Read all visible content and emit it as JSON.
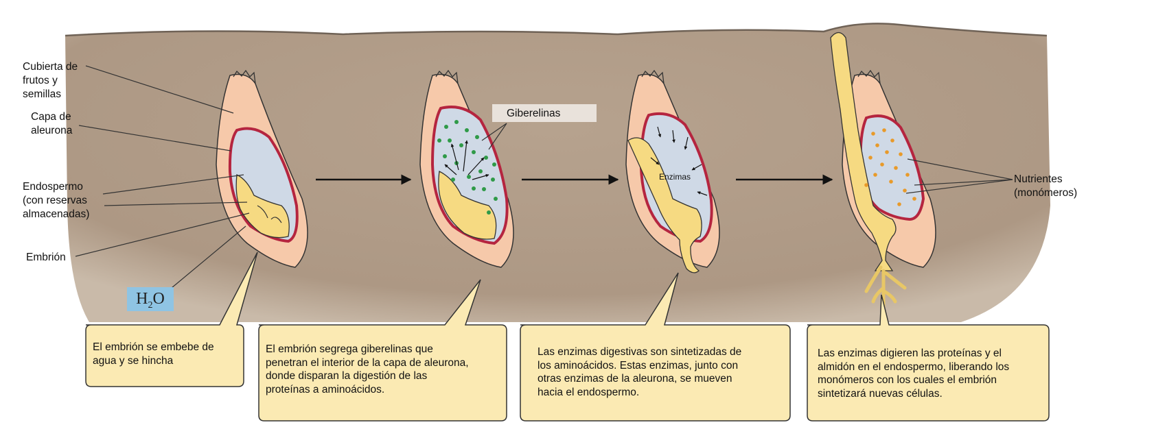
{
  "labels": {
    "cubierta": [
      "Cubierta de",
      "frutos y",
      "semillas"
    ],
    "aleurona": [
      "Capa de",
      "aleurona"
    ],
    "endospermo": [
      "Endospermo",
      "(con reservas",
      "almacenadas)"
    ],
    "embrion": "Embrión",
    "giberelinas": "Giberelinas",
    "enzimas": "Enzimas",
    "nutrientes": [
      "Nutrientes",
      "(monómeros)"
    ],
    "h2o_main": "H",
    "h2o_sub": "2",
    "h2o_end": "O"
  },
  "captions": [
    [
      "El embrión se embebe de",
      "agua y se hincha"
    ],
    [
      "El embrión segrega giberelinas que",
      "penetran el interior de la capa de aleurona,",
      "donde disparan la digestión de las",
      "proteínas a aminoácidos."
    ],
    [
      "Las enzimas digestivas son sintetizadas de",
      "los aminoácidos. Estas enzimas, junto con",
      "otras enzimas de la aleurona, se mueven",
      "hacia el endospermo."
    ],
    [
      "Las enzimas digieren las proteínas y el",
      "almidón en el endospermo, liberando los",
      "monómeros con los cuales el embrión",
      "sintetizará nuevas células."
    ]
  ],
  "colors": {
    "soil": "#b39f8c",
    "seed_coat": "#f6c9aa",
    "aleurone": "#b5253f",
    "endosperm": "#cfd9e6",
    "embryo": "#f6da82",
    "dots_green": "#2f9a48",
    "dots_orange": "#e89a2a",
    "caption_bg": "#fbeab3"
  }
}
